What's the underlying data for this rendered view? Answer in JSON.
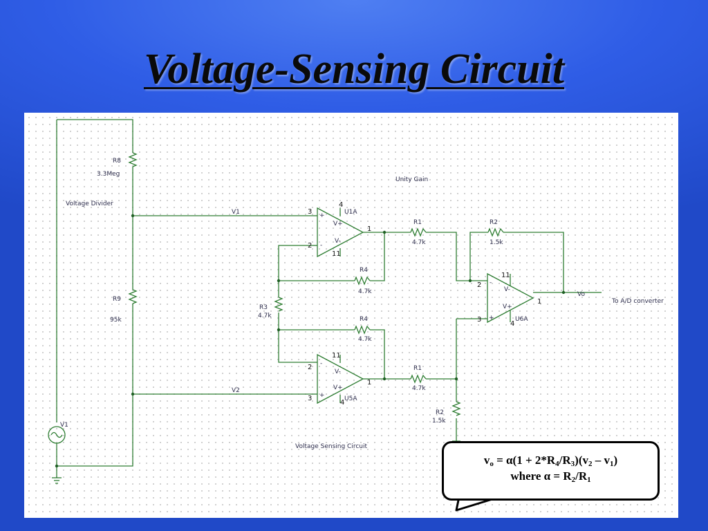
{
  "title": "Voltage-Sensing Circuit",
  "schematic": {
    "voltage_divider_label": "Voltage Divider",
    "unity_gain_label": "Unity Gain",
    "caption": "Voltage Sensing Circuit",
    "output_label": "To A/D converter",
    "components": {
      "r8": {
        "name": "R8",
        "value": "3.3Meg"
      },
      "r9": {
        "name": "R9",
        "value": "95k"
      },
      "r3": {
        "name": "R3",
        "value": "4.7k"
      },
      "r4_top": {
        "name": "R4",
        "value": "4.7k"
      },
      "r4_bottom": {
        "name": "R4",
        "value": "4.7k"
      },
      "r1_top": {
        "name": "R1",
        "value": "4.7k"
      },
      "r1_bottom": {
        "name": "R1",
        "value": "4.7k"
      },
      "r2_top": {
        "name": "R2",
        "value": "1.5k"
      },
      "r2_bottom": {
        "name": "R2",
        "value": "1.5k"
      },
      "source": {
        "name": "V1"
      },
      "u1a": {
        "name": "U1A",
        "pin_plus": "3",
        "pin_minus": "2",
        "pin_out": "1",
        "pin_top": "4",
        "pin_bottom": "11",
        "plus_sign": "+",
        "minus_sign": "-",
        "vplus": "V+",
        "vminus": "V-"
      },
      "u5a": {
        "name": "U5A",
        "pin_plus": "3",
        "pin_minus": "2",
        "pin_out": "1",
        "pin_top": "11",
        "pin_bottom": "4",
        "plus_sign": "+",
        "minus_sign": "-",
        "vplus": "V+",
        "vminus": "V-"
      },
      "u6a": {
        "name": "U6A",
        "pin_plus": "3",
        "pin_minus": "2",
        "pin_out": "1",
        "pin_top": "11",
        "pin_bottom": "4",
        "plus_sign": "+",
        "minus_sign": "-",
        "vplus": "V+",
        "vminus": "V-"
      }
    },
    "nets": {
      "v1": "V1",
      "v2": "V2",
      "vo": "Vo"
    }
  },
  "formula": {
    "line1": {
      "v": "v",
      "o": "o",
      "eq": " = ",
      "alpha": "α",
      "open": "(1 + 2*R",
      "four": "4",
      "slash": "/R",
      "three": "3",
      "mid": ")(v",
      "two": "2",
      "minus": " – v",
      "one": "1",
      "close": ")"
    },
    "line2": {
      "where": "where ",
      "alpha": "α",
      "eq": " =  R",
      "two": "2",
      "slash": "/R",
      "one": "1"
    }
  }
}
